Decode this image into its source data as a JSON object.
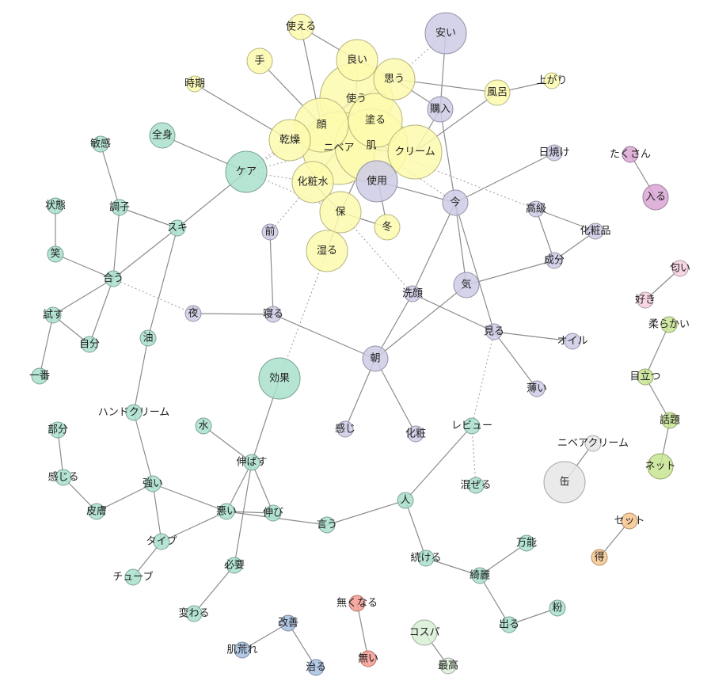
{
  "chart_data": {
    "type": "network",
    "groups": {
      "yellow": "#fdfaae",
      "purple": "#cccbe5",
      "teal": "#a9e0cc",
      "magenta": "#d9a6d3",
      "pink": "#f6d0e0",
      "lime": "#c8e592",
      "gray": "#e6e6e6",
      "orange": "#f6c68e",
      "blue": "#a6bfe0",
      "red": "#f49b92",
      "mint": "#d8efd5"
    },
    "nodes": [
      {
        "id": "使える",
        "group": "yellow",
        "size": 2
      },
      {
        "id": "手",
        "group": "yellow",
        "size": 2
      },
      {
        "id": "良い",
        "group": "yellow",
        "size": 3
      },
      {
        "id": "思う",
        "group": "yellow",
        "size": 3
      },
      {
        "id": "使う",
        "group": "yellow",
        "size": 5
      },
      {
        "id": "顔",
        "group": "yellow",
        "size": 4
      },
      {
        "id": "塗る",
        "group": "yellow",
        "size": 4
      },
      {
        "id": "乾燥",
        "group": "yellow",
        "size": 3
      },
      {
        "id": "ニベア",
        "group": "yellow",
        "size": 5
      },
      {
        "id": "肌",
        "group": "yellow",
        "size": 5
      },
      {
        "id": "クリーム",
        "group": "yellow",
        "size": 4
      },
      {
        "id": "化粧水",
        "group": "yellow",
        "size": 3
      },
      {
        "id": "保",
        "group": "yellow",
        "size": 3
      },
      {
        "id": "冬",
        "group": "yellow",
        "size": 2
      },
      {
        "id": "湿る",
        "group": "yellow",
        "size": 3
      },
      {
        "id": "時期",
        "group": "yellow",
        "size": 1
      },
      {
        "id": "風呂",
        "group": "yellow",
        "size": 2
      },
      {
        "id": "上がり",
        "group": "yellow",
        "size": 1
      },
      {
        "id": "安い",
        "group": "purple",
        "size": 3
      },
      {
        "id": "購入",
        "group": "purple",
        "size": 2
      },
      {
        "id": "使用",
        "group": "purple",
        "size": 3
      },
      {
        "id": "今",
        "group": "purple",
        "size": 2
      },
      {
        "id": "日焼け",
        "group": "purple",
        "size": 1
      },
      {
        "id": "高級",
        "group": "purple",
        "size": 1
      },
      {
        "id": "化粧品",
        "group": "purple",
        "size": 1
      },
      {
        "id": "成分",
        "group": "purple",
        "size": 1
      },
      {
        "id": "気",
        "group": "purple",
        "size": 2
      },
      {
        "id": "前",
        "group": "purple",
        "size": 1
      },
      {
        "id": "洗顔",
        "group": "purple",
        "size": 1
      },
      {
        "id": "見る",
        "group": "purple",
        "size": 1
      },
      {
        "id": "オイル",
        "group": "purple",
        "size": 1
      },
      {
        "id": "夜",
        "group": "purple",
        "size": 1
      },
      {
        "id": "寝る",
        "group": "purple",
        "size": 1
      },
      {
        "id": "朝",
        "group": "purple",
        "size": 2
      },
      {
        "id": "薄い",
        "group": "purple",
        "size": 1
      },
      {
        "id": "感じ",
        "group": "purple",
        "size": 1
      },
      {
        "id": "化粧",
        "group": "purple",
        "size": 1
      },
      {
        "id": "全身",
        "group": "teal",
        "size": 2
      },
      {
        "id": "ケア",
        "group": "teal",
        "size": 3
      },
      {
        "id": "敏感",
        "group": "teal",
        "size": 1
      },
      {
        "id": "状態",
        "group": "teal",
        "size": 1
      },
      {
        "id": "調子",
        "group": "teal",
        "size": 1
      },
      {
        "id": "スキ",
        "group": "teal",
        "size": 1
      },
      {
        "id": "笑",
        "group": "teal",
        "size": 1
      },
      {
        "id": "合う",
        "group": "teal",
        "size": 1
      },
      {
        "id": "試す",
        "group": "teal",
        "size": 1
      },
      {
        "id": "自分",
        "group": "teal",
        "size": 1
      },
      {
        "id": "一番",
        "group": "teal",
        "size": 1
      },
      {
        "id": "油",
        "group": "teal",
        "size": 1
      },
      {
        "id": "効果",
        "group": "teal",
        "size": 3
      },
      {
        "id": "ハンドクリーム",
        "group": "teal",
        "size": 1
      },
      {
        "id": "水",
        "group": "teal",
        "size": 1
      },
      {
        "id": "伸ばす",
        "group": "teal",
        "size": 1
      },
      {
        "id": "部分",
        "group": "teal",
        "size": 1
      },
      {
        "id": "感じる",
        "group": "teal",
        "size": 1
      },
      {
        "id": "強い",
        "group": "teal",
        "size": 1
      },
      {
        "id": "皮膚",
        "group": "teal",
        "size": 1
      },
      {
        "id": "悪い",
        "group": "teal",
        "size": 1
      },
      {
        "id": "伸び",
        "group": "teal",
        "size": 1
      },
      {
        "id": "言う",
        "group": "teal",
        "size": 1
      },
      {
        "id": "人",
        "group": "teal",
        "size": 1
      },
      {
        "id": "タイプ",
        "group": "teal",
        "size": 1
      },
      {
        "id": "チューブ",
        "group": "teal",
        "size": 1
      },
      {
        "id": "必要",
        "group": "teal",
        "size": 1
      },
      {
        "id": "変わる",
        "group": "teal",
        "size": 1
      },
      {
        "id": "混ぜる",
        "group": "teal",
        "size": 1
      },
      {
        "id": "レビュー",
        "group": "teal",
        "size": 1
      },
      {
        "id": "続ける",
        "group": "teal",
        "size": 1
      },
      {
        "id": "万能",
        "group": "teal",
        "size": 1
      },
      {
        "id": "綺麗",
        "group": "teal",
        "size": 1
      },
      {
        "id": "出る",
        "group": "teal",
        "size": 1
      },
      {
        "id": "粉",
        "group": "teal",
        "size": 1
      },
      {
        "id": "たくさん",
        "group": "magenta",
        "size": 1
      },
      {
        "id": "入る",
        "group": "magenta",
        "size": 2
      },
      {
        "id": "匂い",
        "group": "pink",
        "size": 1
      },
      {
        "id": "好き",
        "group": "pink",
        "size": 1
      },
      {
        "id": "柔らかい",
        "group": "lime",
        "size": 1
      },
      {
        "id": "目立つ",
        "group": "lime",
        "size": 1
      },
      {
        "id": "話題",
        "group": "lime",
        "size": 1
      },
      {
        "id": "ネット",
        "group": "lime",
        "size": 2
      },
      {
        "id": "ニベアクリーム",
        "group": "gray",
        "size": 1
      },
      {
        "id": "缶",
        "group": "gray",
        "size": 3
      },
      {
        "id": "セット",
        "group": "orange",
        "size": 1
      },
      {
        "id": "得",
        "group": "orange",
        "size": 1
      },
      {
        "id": "改善",
        "group": "blue",
        "size": 1
      },
      {
        "id": "肌荒れ",
        "group": "blue",
        "size": 1
      },
      {
        "id": "治る",
        "group": "blue",
        "size": 1
      },
      {
        "id": "無くなる",
        "group": "red",
        "size": 1
      },
      {
        "id": "無い",
        "group": "red",
        "size": 1
      },
      {
        "id": "コスパ",
        "group": "mint",
        "size": 2
      },
      {
        "id": "最高",
        "group": "mint",
        "size": 1
      }
    ],
    "edges": [
      [
        "使える",
        "顔"
      ],
      [
        "使える",
        "良い"
      ],
      [
        "手",
        "顔"
      ],
      [
        "良い",
        "使う"
      ],
      [
        "良い",
        "思う"
      ],
      [
        "思う",
        "使う"
      ],
      [
        "使う",
        "顔"
      ],
      [
        "使う",
        "塗る"
      ],
      [
        "使う",
        "ニベア"
      ],
      [
        "使う",
        "肌"
      ],
      [
        "使う",
        "乾燥"
      ],
      [
        "顔",
        "乾燥"
      ],
      [
        "顔",
        "ニベア"
      ],
      [
        "顔",
        "塗る"
      ],
      [
        "塗る",
        "肌"
      ],
      [
        "塗る",
        "クリーム"
      ],
      [
        "ニベア",
        "肌"
      ],
      [
        "ニベア",
        "クリーム"
      ],
      [
        "ニベア",
        "乾燥"
      ],
      [
        "ニベア",
        "化粧水"
      ],
      [
        "肌",
        "クリーム"
      ],
      [
        "肌",
        "保"
      ],
      [
        "肌",
        "冬"
      ],
      [
        "肌",
        "使用"
      ],
      [
        "化粧水",
        "保"
      ],
      [
        "保",
        "湿る"
      ],
      [
        "保",
        "冬"
      ],
      [
        "時期",
        "乾燥"
      ],
      [
        "風呂",
        "思う"
      ],
      [
        "風呂",
        "クリーム"
      ],
      [
        "風呂",
        "上がり"
      ],
      [
        "安い",
        "購入"
      ],
      [
        "購入",
        "思う"
      ],
      [
        "購入",
        "クリーム"
      ],
      [
        "購入",
        "今"
      ],
      [
        "使用",
        "今"
      ],
      [
        "今",
        "日焼け"
      ],
      [
        "今",
        "気"
      ],
      [
        "今",
        "見る"
      ],
      [
        "今",
        "洗顔"
      ],
      [
        "高級",
        "化粧品"
      ],
      [
        "高級",
        "成分"
      ],
      [
        "化粧品",
        "成分"
      ],
      [
        "成分",
        "気"
      ],
      [
        "洗顔",
        "見る"
      ],
      [
        "見る",
        "オイル"
      ],
      [
        "見る",
        "薄い"
      ],
      [
        "気",
        "朝"
      ],
      [
        "洗顔",
        "朝"
      ],
      [
        "寝る",
        "前"
      ],
      [
        "寝る",
        "夜"
      ],
      [
        "寝る",
        "朝"
      ],
      [
        "朝",
        "感じ"
      ],
      [
        "朝",
        "化粧"
      ],
      [
        "全身",
        "ケア"
      ],
      [
        "ケア",
        "スキ"
      ],
      [
        "敏感",
        "調子"
      ],
      [
        "状態",
        "笑"
      ],
      [
        "調子",
        "スキ"
      ],
      [
        "調子",
        "合う"
      ],
      [
        "スキ",
        "合う"
      ],
      [
        "笑",
        "合う"
      ],
      [
        "合う",
        "試す"
      ],
      [
        "合う",
        "自分"
      ],
      [
        "試す",
        "自分"
      ],
      [
        "試す",
        "一番"
      ],
      [
        "スキ",
        "油"
      ],
      [
        "油",
        "ハンドクリーム"
      ],
      [
        "ハンドクリーム",
        "強い"
      ],
      [
        "強い",
        "タイプ"
      ],
      [
        "強い",
        "皮膚"
      ],
      [
        "強い",
        "悪い"
      ],
      [
        "感じる",
        "部分"
      ],
      [
        "感じる",
        "皮膚"
      ],
      [
        "タイプ",
        "チューブ"
      ],
      [
        "タイプ",
        "悪い"
      ],
      [
        "効果",
        "伸ばす"
      ],
      [
        "水",
        "伸ばす"
      ],
      [
        "伸ばす",
        "悪い"
      ],
      [
        "伸ばす",
        "伸び"
      ],
      [
        "伸ばす",
        "必要"
      ],
      [
        "悪い",
        "伸び"
      ],
      [
        "悪い",
        "言う"
      ],
      [
        "言う",
        "人"
      ],
      [
        "人",
        "レビュー"
      ],
      [
        "人",
        "続ける"
      ],
      [
        "続ける",
        "綺麗"
      ],
      [
        "綺麗",
        "万能"
      ],
      [
        "綺麗",
        "出る"
      ],
      [
        "出る",
        "粉"
      ],
      [
        "必要",
        "変わる"
      ],
      [
        "たくさん",
        "入る"
      ],
      [
        "匂い",
        "好き"
      ],
      [
        "柔らかい",
        "目立つ"
      ],
      [
        "目立つ",
        "話題"
      ],
      [
        "話題",
        "ネット"
      ],
      [
        "ニベアクリーム",
        "缶"
      ],
      [
        "セット",
        "得"
      ],
      [
        "改善",
        "肌荒れ"
      ],
      [
        "改善",
        "治る"
      ],
      [
        "無くなる",
        "無い"
      ],
      [
        "コスパ",
        "最高"
      ]
    ],
    "dashed_edges": [
      [
        "安い",
        "思う"
      ],
      [
        "ケア",
        "乾燥"
      ],
      [
        "ケア",
        "顔"
      ],
      [
        "ケア",
        "ニベア"
      ],
      [
        "ケア",
        "化粧水"
      ],
      [
        "ケア",
        "保"
      ],
      [
        "前",
        "化粧水"
      ],
      [
        "合う",
        "夜"
      ],
      [
        "湿る",
        "効果"
      ],
      [
        "保",
        "洗顔"
      ],
      [
        "混ぜる",
        "レビュー"
      ],
      [
        "レビュー",
        "見る"
      ],
      [
        "肌",
        "高級"
      ],
      [
        "肌",
        "今"
      ]
    ]
  }
}
